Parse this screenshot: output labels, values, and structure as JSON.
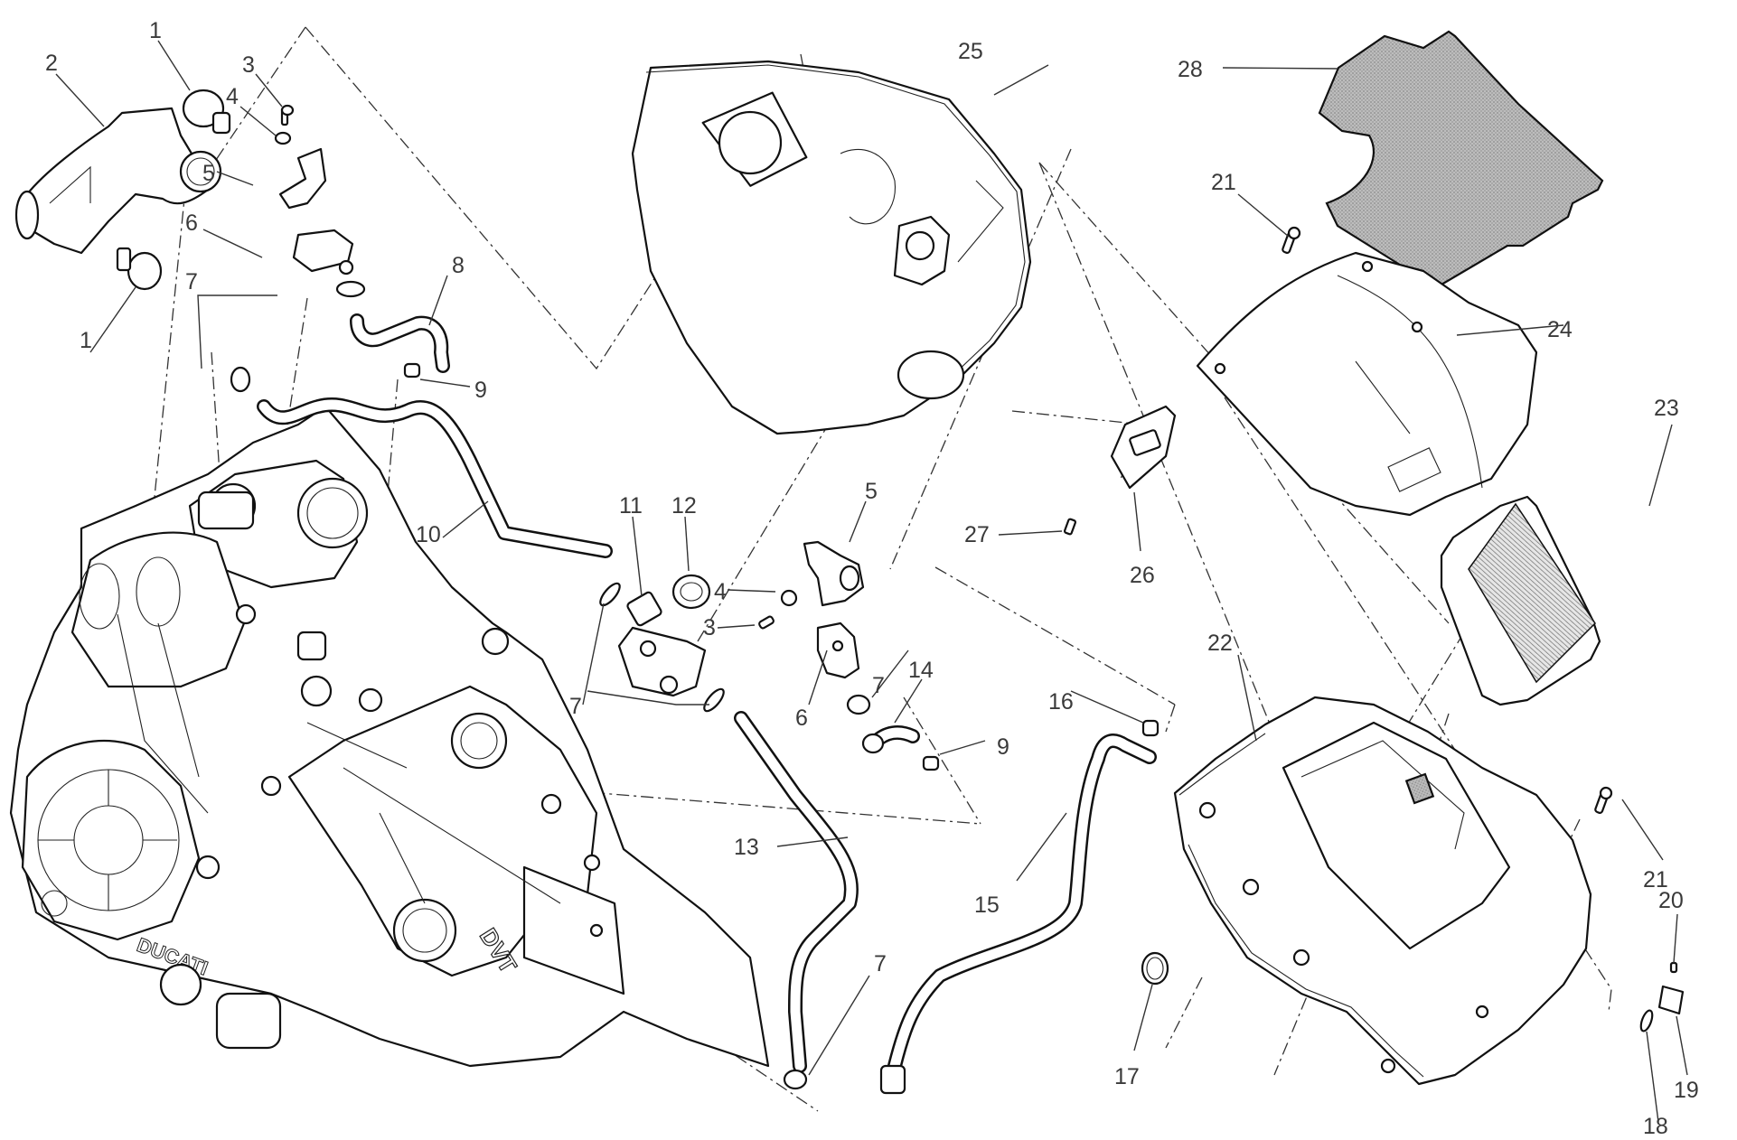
{
  "diagram": {
    "title": "Airbox / intake exploded parts diagram",
    "callouts": [
      {
        "id": "c1a",
        "label": "1",
        "part": "hose clamp"
      },
      {
        "id": "c1b",
        "label": "1",
        "part": "hose clamp"
      },
      {
        "id": "c2",
        "label": "2",
        "part": "intake duct"
      },
      {
        "id": "c3a",
        "label": "3",
        "part": "screw"
      },
      {
        "id": "c4a",
        "label": "4",
        "part": "washer"
      },
      {
        "id": "c5a",
        "label": "5",
        "part": "sensor bracket"
      },
      {
        "id": "c6a",
        "label": "6",
        "part": "pressure sensor"
      },
      {
        "id": "c7a",
        "label": "7",
        "part": "hose clip"
      },
      {
        "id": "c8",
        "label": "8",
        "part": "hose"
      },
      {
        "id": "c9a",
        "label": "9",
        "part": "restrictor"
      },
      {
        "id": "c10",
        "label": "10",
        "part": "breather hose"
      },
      {
        "id": "c11",
        "label": "11",
        "part": "valve"
      },
      {
        "id": "c12",
        "label": "12",
        "part": "grommet"
      },
      {
        "id": "c7b",
        "label": "7",
        "part": "hose clip"
      },
      {
        "id": "c4b",
        "label": "4",
        "part": "washer"
      },
      {
        "id": "c3b",
        "label": "3",
        "part": "screw"
      },
      {
        "id": "c5b",
        "label": "5",
        "part": "sensor bracket"
      },
      {
        "id": "c6b",
        "label": "6",
        "part": "pressure sensor"
      },
      {
        "id": "c7c",
        "label": "7",
        "part": "hose clip"
      },
      {
        "id": "c14",
        "label": "14",
        "part": "hose"
      },
      {
        "id": "c9b",
        "label": "9",
        "part": "restrictor"
      },
      {
        "id": "c13",
        "label": "13",
        "part": "hose"
      },
      {
        "id": "c7d",
        "label": "7",
        "part": "hose clip"
      },
      {
        "id": "c16",
        "label": "16",
        "part": "cap"
      },
      {
        "id": "c15",
        "label": "15",
        "part": "drain hose"
      },
      {
        "id": "c25",
        "label": "25",
        "part": "airbox upper"
      },
      {
        "id": "c27",
        "label": "27",
        "part": "screw"
      },
      {
        "id": "c26",
        "label": "26",
        "part": "bracket"
      },
      {
        "id": "c28",
        "label": "28",
        "part": "insulation pad"
      },
      {
        "id": "c21a",
        "label": "21",
        "part": "screw"
      },
      {
        "id": "c24",
        "label": "24",
        "part": "airbox cover"
      },
      {
        "id": "c23",
        "label": "23",
        "part": "air filter"
      },
      {
        "id": "c22",
        "label": "22",
        "part": "airbox lower"
      },
      {
        "id": "c21b",
        "label": "21",
        "part": "screw"
      },
      {
        "id": "c20",
        "label": "20",
        "part": "screw"
      },
      {
        "id": "c17",
        "label": "17",
        "part": "o-ring"
      },
      {
        "id": "c19",
        "label": "19",
        "part": "clip"
      },
      {
        "id": "c18",
        "label": "18",
        "part": "seal"
      }
    ],
    "engine_markings": {
      "brand": "DUCATI",
      "badge": "DVT"
    }
  }
}
